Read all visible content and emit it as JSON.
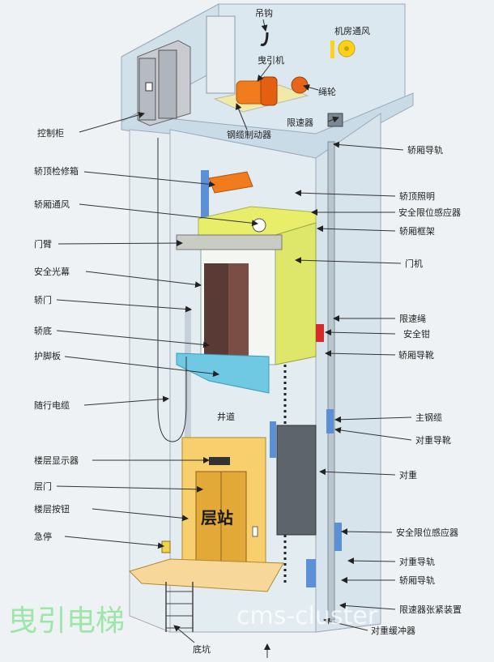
{
  "labels": {
    "hook": "吊钩",
    "machine_room_vent": "机房通风",
    "control_cabinet": "控制柜",
    "traction_machine": "曳引机",
    "guide_wheel": "绳轮",
    "speed_limiter": "限速器",
    "brake": "钢缆制动器",
    "car_guide_rail_top": "轿厢导轨",
    "car_top_box": "轿顶检修箱",
    "car_top_light": "轿顶照明",
    "car_vent": "轿厢通风",
    "safety_sensor_top": "安全限位感应器",
    "car_frame": "轿厢框架",
    "door_arm": "门臂",
    "door_machine": "门机",
    "light_curtain": "安全光幕",
    "car_door": "轿门",
    "speed_rope": "限速绳",
    "car_floor": "轿底",
    "safety_gear": "安全钳",
    "toe_guard": "护脚板",
    "car_guide_shoe": "轿厢导靴",
    "travel_cable": "随行电缆",
    "shaft": "井道",
    "main_rope": "主钢缆",
    "cwt_guide_shoe": "对重导靴",
    "floor_display": "楼层显示器",
    "hall_door": "层门",
    "floor_button": "楼层按钮",
    "counterweight": "对重",
    "landing": "层站",
    "emergency_stop": "急停",
    "safety_sensor_bottom": "安全限位感应器",
    "cwt_guide_rail": "对重导轨",
    "car_guide_rail": "轿厢导轨",
    "tension_device": "限速器张紧装置",
    "cwt_buffer": "对重缓冲器",
    "pit": "底坑"
  },
  "watermark": {
    "cn": "曳引电梯",
    "en": "cms-cluster"
  }
}
